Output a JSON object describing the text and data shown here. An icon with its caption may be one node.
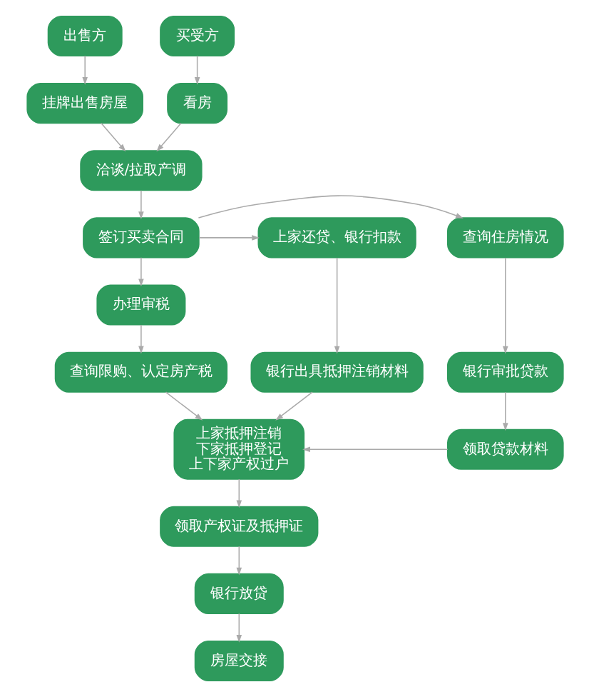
{
  "diagram": {
    "nodes": [
      {
        "text": [
          "出售方"
        ]
      },
      {
        "text": [
          "买受方"
        ]
      },
      {
        "text": [
          "挂牌出售房屋"
        ]
      },
      {
        "text": [
          "看房"
        ]
      },
      {
        "text": [
          "洽谈/拉取产调"
        ]
      },
      {
        "text": [
          "上家还贷、银行扣款"
        ]
      },
      {
        "text": [
          "签订买卖合同"
        ]
      },
      {
        "text": [
          "查询住房情况"
        ]
      },
      {
        "text": [
          "办理审税"
        ]
      },
      {
        "text": [
          "银行出具抵押注销材料"
        ]
      },
      {
        "text": [
          "查询限购、认定房产税"
        ]
      },
      {
        "text": [
          "银行审批贷款"
        ]
      },
      {
        "text": [
          "上家抵押注销",
          "下家抵押登记",
          "上下家产权过户"
        ]
      },
      {
        "text": [
          "领取贷款材料"
        ]
      },
      {
        "text": [
          "领取产权证及抵押证"
        ]
      },
      {
        "text": [
          "银行放贷"
        ]
      },
      {
        "text": [
          "房屋交接"
        ]
      }
    ],
    "edges": [
      {
        "from": 0,
        "to": 2,
        "arrow": "to"
      },
      {
        "from": 1,
        "to": 3,
        "arrow": "to"
      },
      {
        "from": 2,
        "to": 4,
        "arrow": "to"
      },
      {
        "from": 3,
        "to": 4,
        "arrow": "to"
      },
      {
        "from": 4,
        "to": 6,
        "arrow": "to"
      },
      {
        "from": 6,
        "to": 5,
        "arrow": "to"
      },
      {
        "from": 6,
        "to": 7,
        "arrow": "to"
      },
      {
        "from": 6,
        "to": 8,
        "arrow": "to"
      },
      {
        "from": 5,
        "to": 9,
        "arrow": "to"
      },
      {
        "from": 8,
        "to": 10,
        "arrow": "to"
      },
      {
        "from": 7,
        "to": 11,
        "arrow": "to"
      },
      {
        "from": 9,
        "to": 12,
        "arrow": "to"
      },
      {
        "from": 10,
        "to": 12,
        "arrow": "to"
      },
      {
        "from": 11,
        "to": 13,
        "arrow": "to"
      },
      {
        "from": 13,
        "to": 12,
        "arrow": "to"
      },
      {
        "from": 12,
        "to": 14,
        "arrow": "to"
      },
      {
        "from": 14,
        "to": 15,
        "arrow": "to"
      },
      {
        "from": 15,
        "to": 16,
        "arrow": "to"
      }
    ]
  }
}
